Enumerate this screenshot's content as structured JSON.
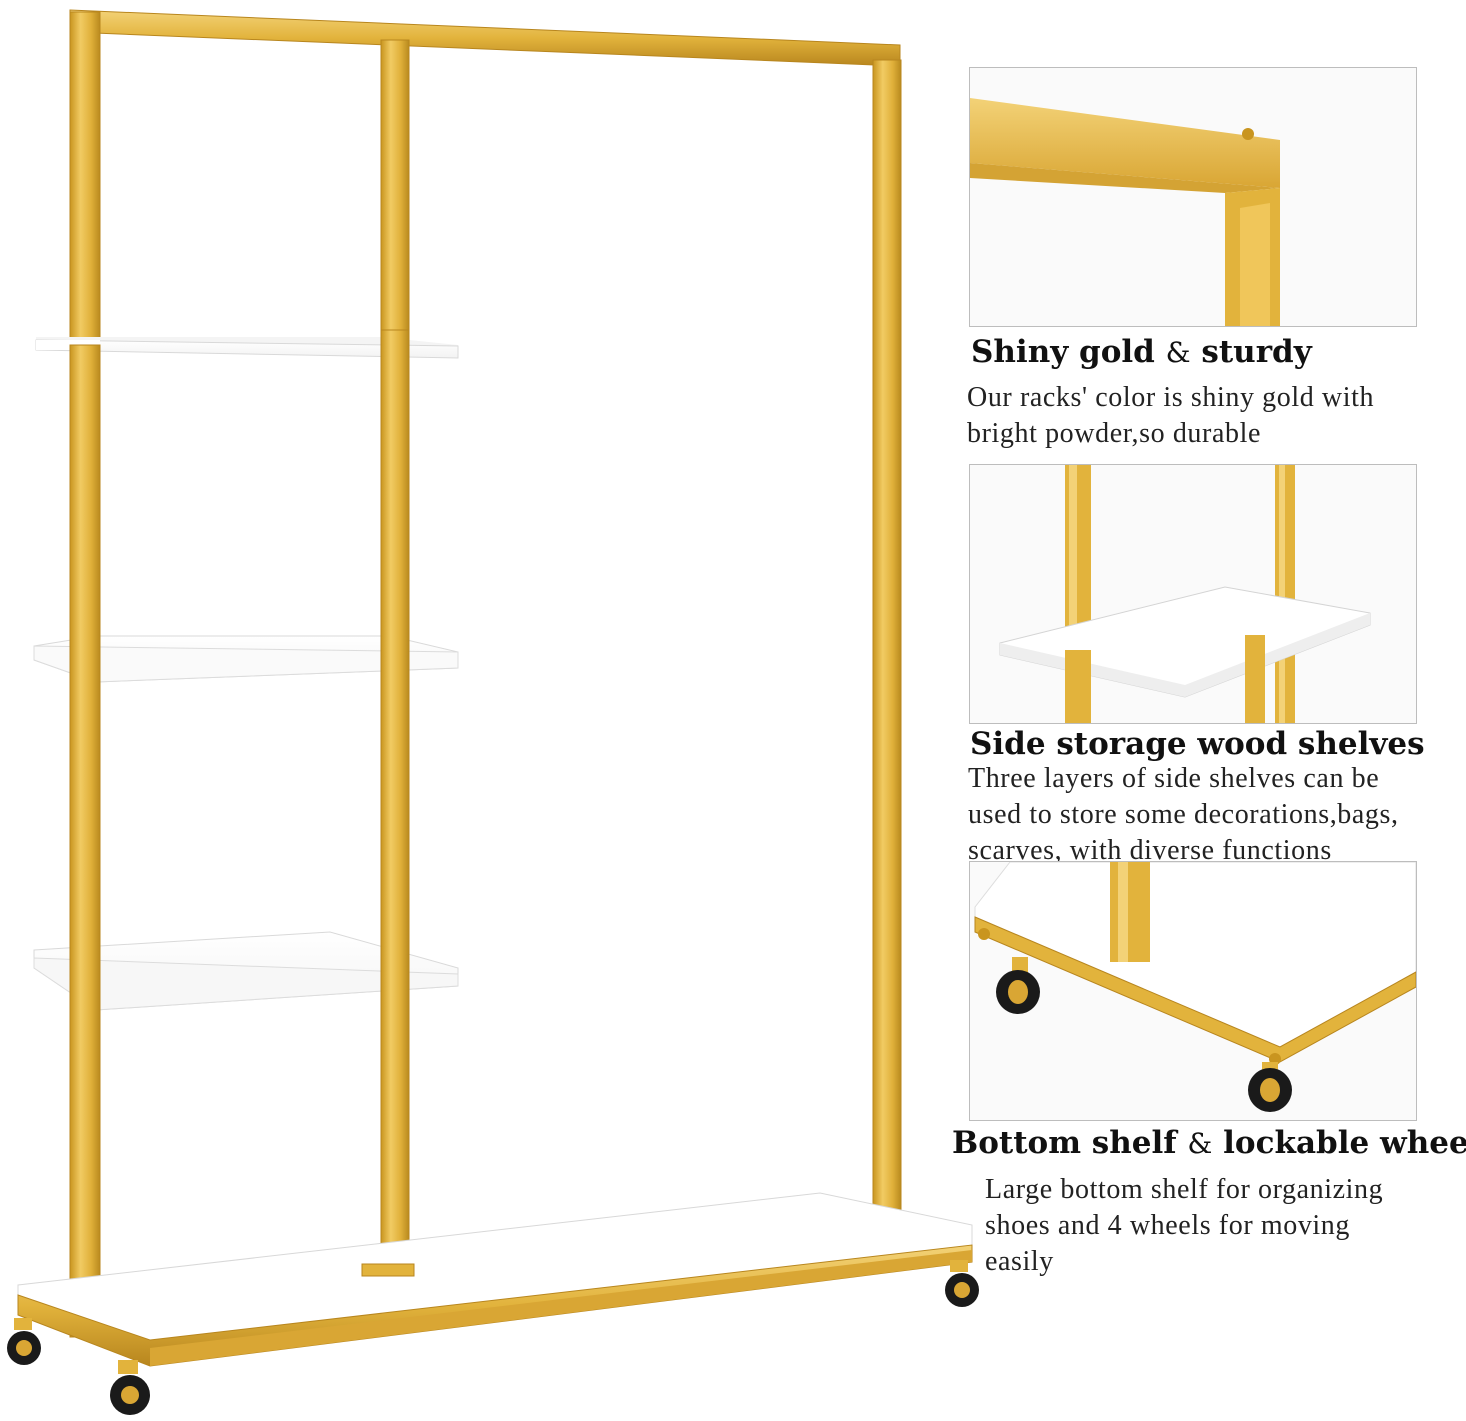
{
  "colors": {
    "gold": "#E2B33C",
    "gold_dark": "#B8861E",
    "gold_light": "#F3D277",
    "shelf_white": "#FFFFFF",
    "shelf_shadow": "#DCDCDC",
    "wheel_black": "#1A1A1A"
  },
  "product": {
    "icon": "gold-clothing-rack-with-shelves-illustration"
  },
  "features": [
    {
      "title_part1": "Shiny gold",
      "title_amp": "&",
      "title_part2": "sturdy",
      "description_lines": [
        "Our racks' color is shiny gold with",
        "bright powder,so durable"
      ],
      "image": "top-frame-corner-closeup"
    },
    {
      "title": "Side storage wood shelves",
      "description_lines": [
        "Three layers of side shelves can be",
        "used to store some decorations,bags,",
        "scarves, with diverse functions"
      ],
      "image": "side-shelf-closeup"
    },
    {
      "title_part1": "Bottom shelf",
      "title_amp": "&",
      "title_part2": "lockable wheels",
      "description_lines": [
        "Large bottom shelf for organizing",
        "shoes and 4 wheels for moving",
        "easily"
      ],
      "image": "bottom-shelf-wheels-closeup"
    }
  ]
}
